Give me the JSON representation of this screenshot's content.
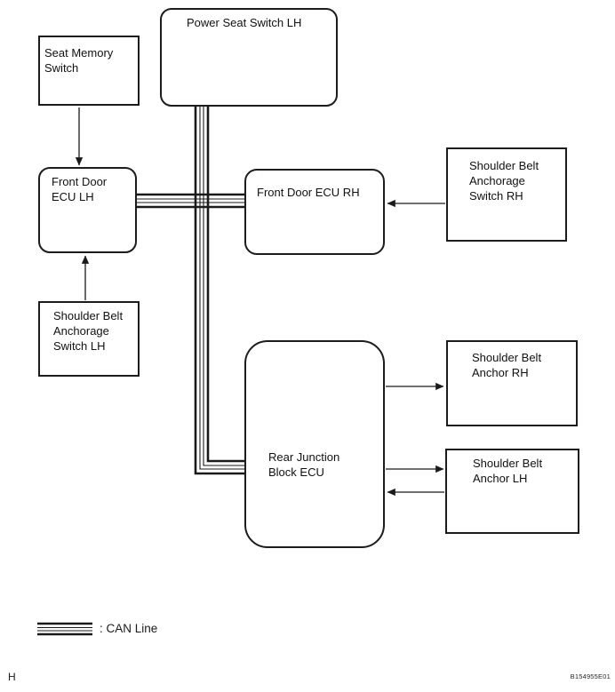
{
  "diagram_title": "CAN wiring block diagram",
  "nodes": {
    "power_seat_switch_lh": {
      "label": "Power Seat Switch LH",
      "shape": "rounded"
    },
    "seat_memory_switch": {
      "label": "Seat Memory\nSwitch",
      "shape": "rect"
    },
    "front_door_ecu_lh": {
      "label": "Front Door\nECU LH",
      "shape": "rounded"
    },
    "front_door_ecu_rh": {
      "label": "Front Door ECU RH",
      "shape": "rounded"
    },
    "shoulder_belt_anchorage_switch_rh": {
      "label": "Shoulder Belt\nAnchorage\nSwitch RH",
      "shape": "rect"
    },
    "shoulder_belt_anchorage_switch_lh": {
      "label": "Shoulder Belt\nAnchorage\nSwitch LH",
      "shape": "rect"
    },
    "rear_junction_block_ecu": {
      "label": "Rear Junction\nBlock ECU",
      "shape": "rounded"
    },
    "shoulder_belt_anchor_rh": {
      "label": "Shoulder Belt\nAnchor RH",
      "shape": "rect"
    },
    "shoulder_belt_anchor_lh": {
      "label": "Shoulder Belt\nAnchor LH",
      "shape": "rect"
    }
  },
  "connections": [
    {
      "from": "Seat Memory Switch",
      "to": "Front Door ECU LH",
      "type": "arrow"
    },
    {
      "from": "Shoulder Belt Anchorage Switch LH",
      "to": "Front Door ECU LH",
      "type": "arrow"
    },
    {
      "from": "Shoulder Belt Anchorage Switch RH",
      "to": "Front Door ECU RH",
      "type": "arrow"
    },
    {
      "from": "Rear Junction Block ECU",
      "to": "Shoulder Belt Anchor RH",
      "type": "arrow"
    },
    {
      "from": "Rear Junction Block ECU",
      "to": "Shoulder Belt Anchor LH",
      "type": "arrow"
    },
    {
      "from": "Shoulder Belt Anchor LH",
      "to": "Rear Junction Block ECU",
      "type": "arrow"
    },
    {
      "bus": "CAN Line",
      "members": [
        "Power Seat Switch LH",
        "Front Door ECU LH",
        "Front Door ECU RH",
        "Rear Junction Block ECU"
      ],
      "type": "can-line"
    }
  ],
  "legend": {
    "label": ": CAN Line"
  },
  "footer": {
    "page_marker": "H",
    "figure_code": "B154955E01"
  },
  "colors": {
    "ink": "#1a1a1a",
    "background": "#ffffff"
  }
}
